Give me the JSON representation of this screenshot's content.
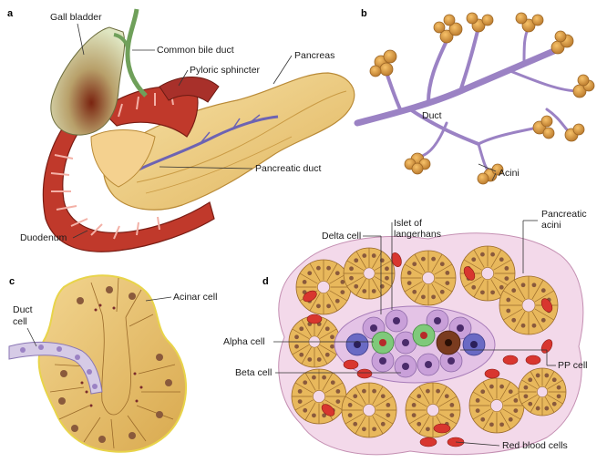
{
  "panels": {
    "a": {
      "letter": "a",
      "labels": {
        "gall_bladder": "Gall bladder",
        "common_bile_duct": "Common bile duct",
        "pyloric_sphincter": "Pyloric sphincter",
        "pancreas": "Pancreas",
        "pancreatic_duct": "Pancreatic duct",
        "duodenum": "Duodenum"
      }
    },
    "b": {
      "letter": "b",
      "labels": {
        "duct": "Duct",
        "acini": "Acini"
      }
    },
    "c": {
      "letter": "c",
      "labels": {
        "duct_cell_1": "Duct",
        "duct_cell_2": "cell",
        "acinar_cell": "Acinar cell"
      }
    },
    "d": {
      "letter": "d",
      "labels": {
        "delta_cell": "Delta cell",
        "islet_1": "Islet of",
        "islet_2": "langerhans",
        "pancreatic_acini_1": "Pancreatic",
        "pancreatic_acini_2": "acini",
        "alpha_cell": "Alpha cell",
        "beta_cell": "Beta cell",
        "pp_cell": "PP cell",
        "red_blood_cells": "Red blood cells"
      }
    }
  },
  "colors": {
    "acinar_fill": "#e8b85c",
    "acinar_nucleus": "#8a5a3c",
    "duct_purple": "#9b82c4",
    "duodenum_red": "#c0392b",
    "pancreas_yellow": "#f0d08a",
    "tissue_pink": "#f3d9ea",
    "alpha_green": "#7fc97a",
    "beta_purple": "#c9a0d9",
    "delta_blue": "#6a6ac4",
    "pp_brown": "#7a3b1f",
    "rbc_red": "#d8362f"
  }
}
